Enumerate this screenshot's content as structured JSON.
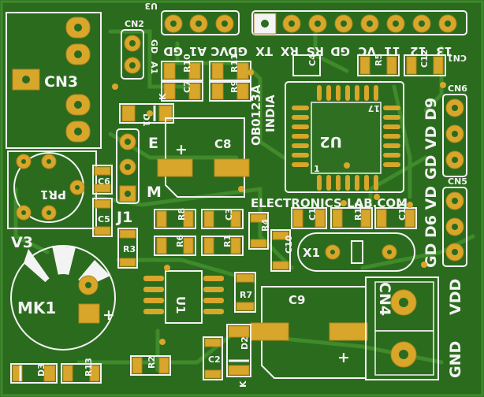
{
  "board": {
    "url": "ELECTRONICS-LAB.COM",
    "part_number": "OB0123A",
    "country": "INDIA"
  },
  "connectors": {
    "cn1": "CN1",
    "cn2": "CN2",
    "cn3": "CN3",
    "cn4": "CN4",
    "cn5": "CN5",
    "cn6": "CN6",
    "j1": "J1"
  },
  "header_pins": [
    "U3",
    "GD",
    "A1",
    "VC",
    "GD",
    "TX",
    "RX",
    "RS",
    "GD",
    "VC",
    "11",
    "12",
    "13"
  ],
  "cn2_pins": [
    "GD",
    "A1"
  ],
  "side_labels": {
    "d9_group": "GD VD D9",
    "d6_group": "GD D6 VD",
    "cn4_vdd": "VDD",
    "cn4_gnd": "GND",
    "j1_e": "E",
    "j1_m": "M"
  },
  "components": {
    "u1": "U1",
    "u2": "U2",
    "c1": "C1",
    "c2": "C2",
    "c3": "C3",
    "c4": "C4",
    "c5": "C5",
    "c6": "C6",
    "c7": "C7",
    "c8": "C8",
    "c9": "C9",
    "c10": "C10",
    "c11": "C11",
    "c12": "C12",
    "r1": "R1",
    "r2": "R2",
    "r3": "R3",
    "r4": "R4",
    "r5": "R5",
    "r6": "R6",
    "r7": "R7",
    "r8": "R8",
    "r9": "R9",
    "r10": "R10",
    "r11": "R11",
    "r12": "R12",
    "r13": "R13",
    "d1": "D1",
    "d2": "D2",
    "d3": "D3",
    "x1": "X1",
    "pr1": "PR1",
    "v3": "V3",
    "mk1": "MK1",
    "pin1": "1",
    "pin17": "17",
    "k": "K",
    "plus": "+",
    "minus": "-"
  },
  "colors": {
    "board": "#2b6b1e",
    "trace": "#3f8a2b",
    "silkscreen": "#f3f3f3",
    "pad": "#d8a62a"
  }
}
